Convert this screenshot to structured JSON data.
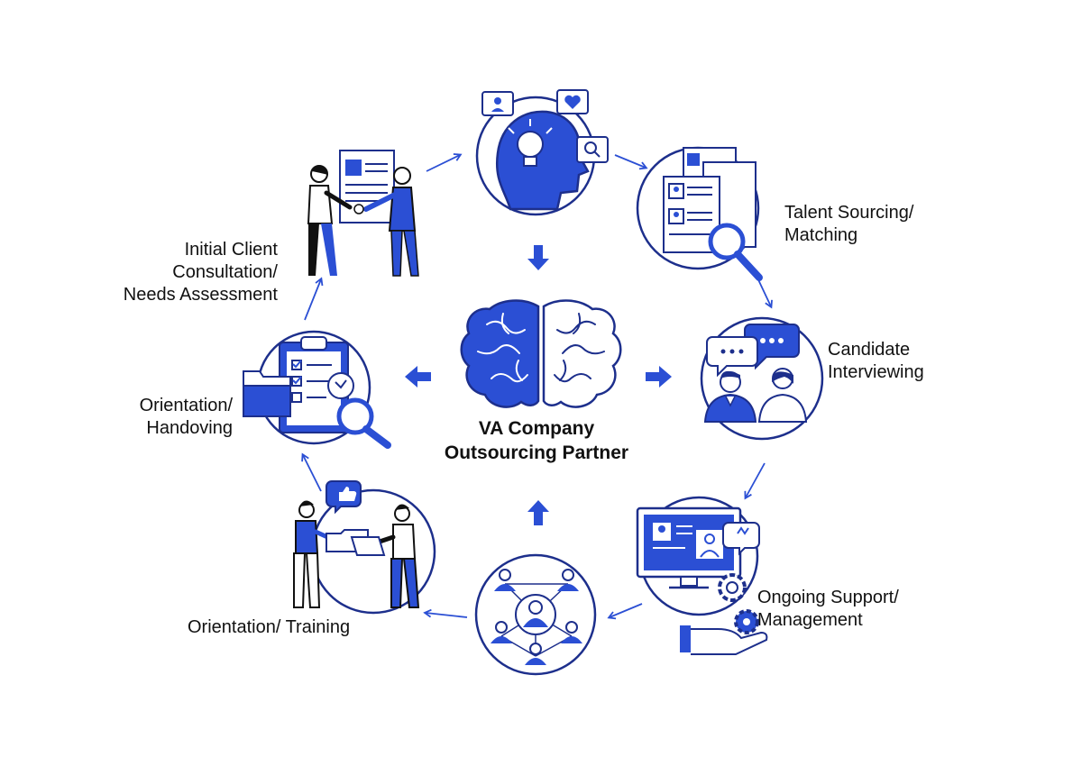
{
  "center": {
    "line1": "VA Company",
    "line2": "Outsourcing Partner"
  },
  "stages": {
    "consultation": {
      "line1": "Initial Client",
      "line2": "Consultation/",
      "line3": "Needs Assessment"
    },
    "sourcing": {
      "line1": "Talent Sourcing/",
      "line2": "Matching"
    },
    "interviewing": {
      "line1": "Candidate",
      "line2": "Interviewing"
    },
    "support": {
      "line1": "Ongoing Support/",
      "line2": "Management"
    },
    "training": {
      "line1": "Orientation/ Training"
    },
    "handover": {
      "line1": "Orientation/",
      "line2": "Handoving"
    }
  },
  "colors": {
    "primary": "#2b4fd4",
    "outline": "#1d2f8c",
    "ink": "#111111"
  },
  "icons": [
    "handshake-icon",
    "lightbulb-head-icon",
    "resume-search-icon",
    "interview-chat-icon",
    "support-monitor-icon",
    "team-network-icon",
    "training-handoff-icon",
    "checklist-icon",
    "brain-icon"
  ]
}
